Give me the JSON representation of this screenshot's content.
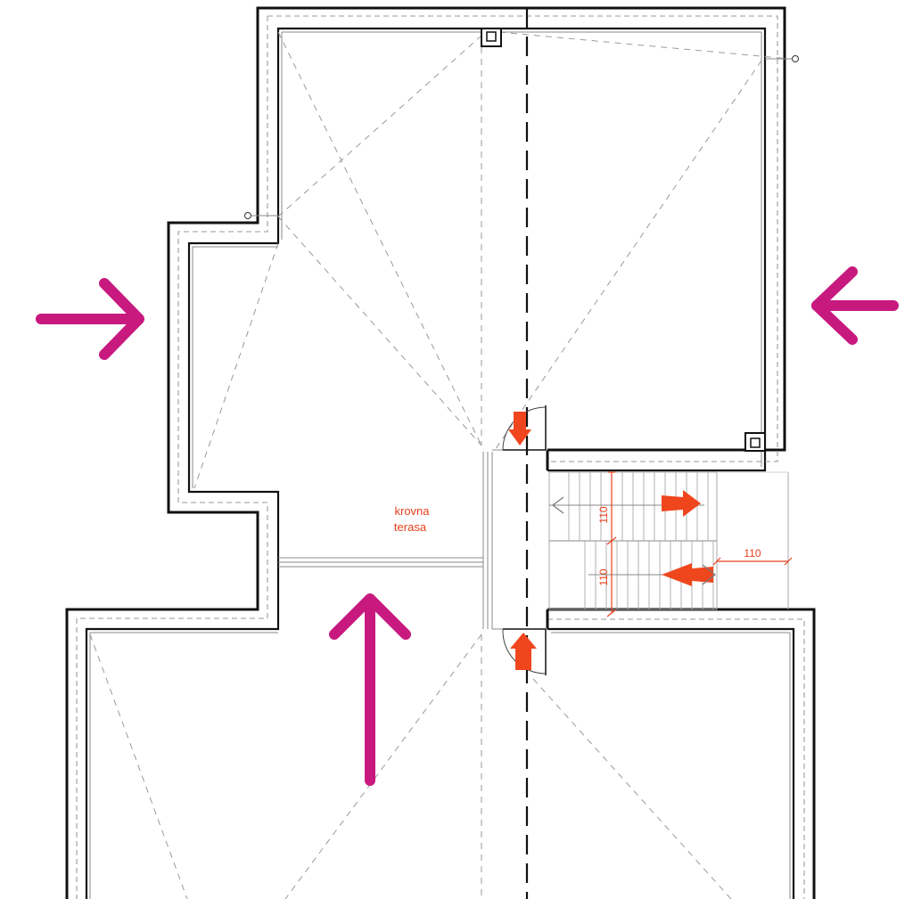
{
  "plan": {
    "room_label": [
      "krovna",
      "terasa"
    ],
    "dimensions": {
      "stair_flight_upper": "110",
      "stair_flight_lower": "110",
      "stair_landing_width": "110"
    },
    "colors": {
      "walls": "#111111",
      "annotations": "#e8401c",
      "view_arrows": "#c8197e"
    },
    "view_arrows": [
      {
        "name": "view-arrow-from-west",
        "direction": "right"
      },
      {
        "name": "view-arrow-from-east",
        "direction": "left"
      },
      {
        "name": "view-arrow-from-south",
        "direction": "up"
      }
    ]
  }
}
